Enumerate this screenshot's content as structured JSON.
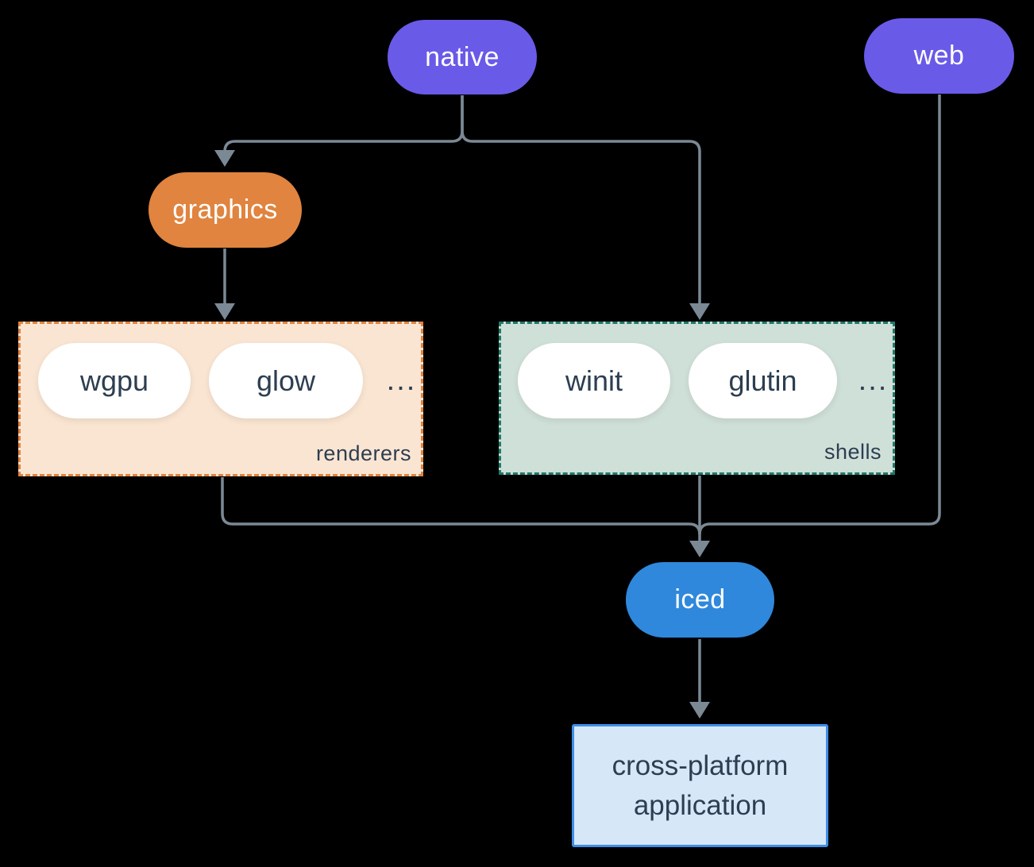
{
  "diagram": {
    "background_color": "#000000",
    "connector_color": "#7b8995",
    "dark_text_color": "#2d3e50",
    "nodes": {
      "native": {
        "label": "native",
        "color": "#6a5ae8"
      },
      "web": {
        "label": "web",
        "color": "#6a5ae8"
      },
      "graphics": {
        "label": "graphics",
        "color": "#e0843f"
      },
      "iced": {
        "label": "iced",
        "color": "#2f88dc"
      },
      "app": {
        "line1": "cross-platform",
        "line2": "application",
        "bg_color": "#d6e7f8",
        "border_color": "#3e8ee9"
      }
    },
    "groups": {
      "renderers": {
        "label": "renderers",
        "items": [
          "wgpu",
          "glow"
        ],
        "more": "...",
        "bg_color": "#fae5d3",
        "border_color": "#e0843f"
      },
      "shells": {
        "label": "shells",
        "items": [
          "winit",
          "glutin"
        ],
        "more": "...",
        "bg_color": "#cfe0d9",
        "border_color": "#1e7a68"
      }
    },
    "edges": [
      "native -> graphics",
      "native -> shells",
      "graphics -> renderers",
      "renderers -> iced",
      "shells -> iced",
      "web -> iced",
      "iced -> app"
    ]
  }
}
